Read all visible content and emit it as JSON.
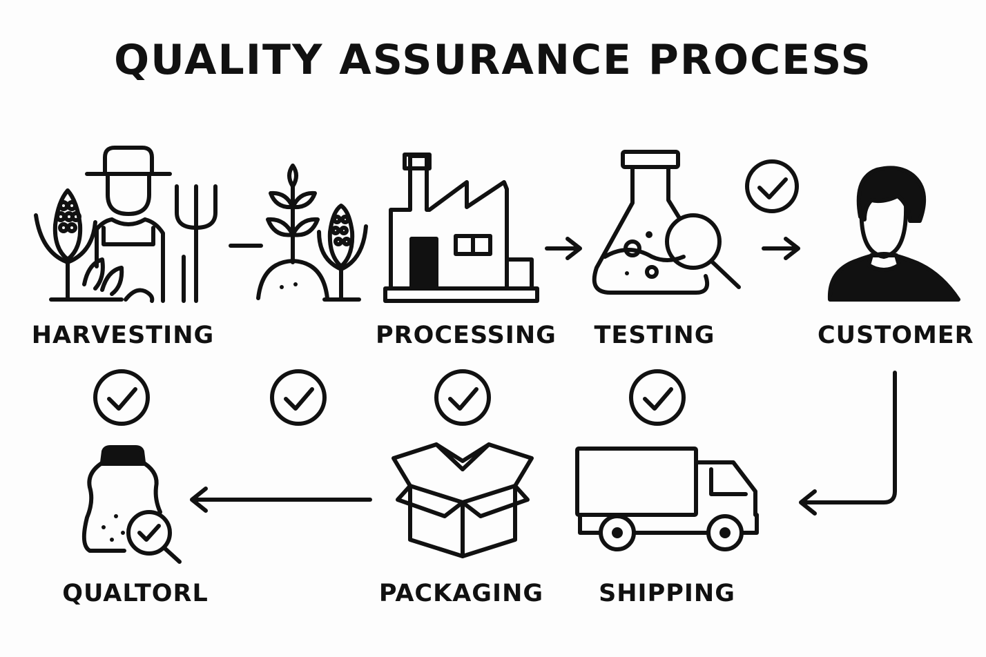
{
  "title": "QUALITY ASSURANCE PROCESS",
  "steps": {
    "harvesting": "HARVESTING",
    "growing": "",
    "processing": "PROCESSING",
    "testing": "TESTING",
    "customer": "CUSTOMER",
    "shipping": "SHIPPING",
    "packaging": "PACKAGING",
    "quality_control": "QUALTORL"
  },
  "colors": {
    "stroke": "#111111",
    "background": "#fdfdfd"
  },
  "icons": [
    "farmer-icon",
    "corn-icon",
    "pitchfork-icon",
    "sprout-icon",
    "factory-icon",
    "flask-icon",
    "magnifier-icon",
    "check-circle-icon",
    "customer-avatar-icon",
    "truck-icon",
    "box-icon",
    "bottle-icon",
    "arrow-right-icon",
    "arrow-left-icon"
  ]
}
